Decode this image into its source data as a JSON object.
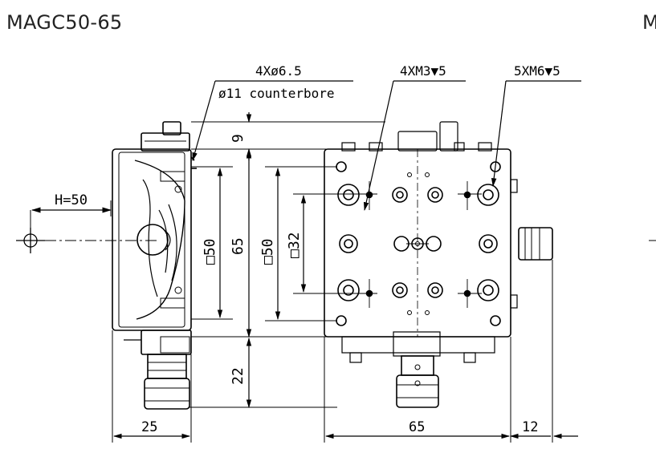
{
  "titles": {
    "left": "MAGC50-65",
    "right": "M"
  },
  "callouts": {
    "mount_holes_line1": "4Xø6.5",
    "mount_holes_line2": "ø11 counterbore",
    "m3_holes": "4XM3▼5",
    "m6_holes": "5XM6▼5"
  },
  "dimensions": {
    "height_h": "H=50",
    "top_offset": "9",
    "square_50_side": "□50",
    "overall_65_vertical": "65",
    "square_50_front": "□50",
    "square_32": "□32",
    "bottom_22": "22",
    "width_25": "25",
    "width_65": "65",
    "knob_12": "12"
  },
  "colors": {
    "line": "#000000",
    "text": "#222222"
  }
}
